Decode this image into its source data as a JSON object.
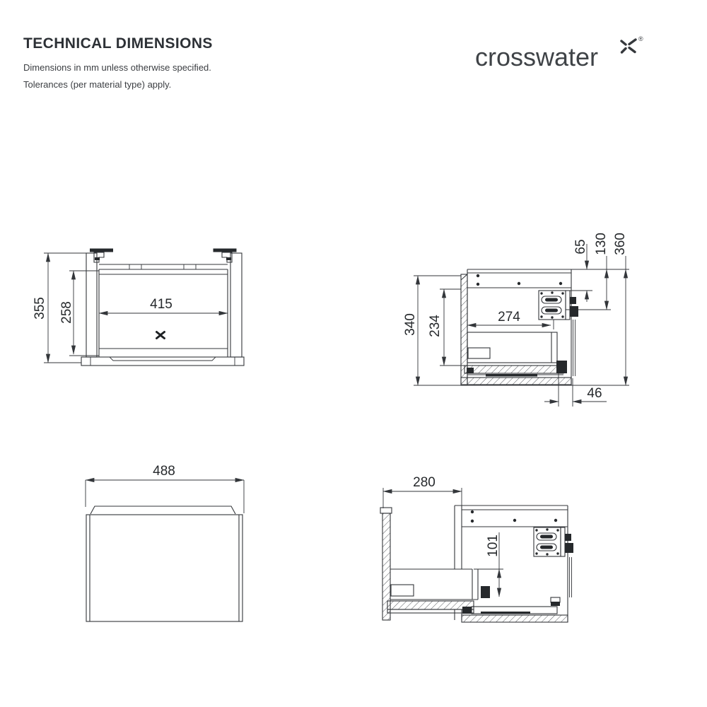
{
  "header": {
    "title": "TECHNICAL DIMENSIONS",
    "note1": "Dimensions in mm unless otherwise specified.",
    "note2": "Tolerances (per material type) apply."
  },
  "brand": {
    "logo_text": "crosswater",
    "registered": "®",
    "x_mark_icon": "crosswater-x-icon"
  },
  "colors": {
    "line": "#33363a",
    "text": "#26292c",
    "title": "#2d3136",
    "background": "#ffffff"
  },
  "views": {
    "front_open": {
      "dims": {
        "overall_height": "355",
        "inner_height": "258",
        "inner_width": "415"
      }
    },
    "side_closed": {
      "dims": {
        "carcass_height": "340",
        "inner_height": "234",
        "drawer_depth": "274",
        "hanger_offset_top": "65",
        "hanger_offset_bottom": "130",
        "overall_height": "360",
        "rear_gap": "46"
      }
    },
    "front_closed": {
      "dims": {
        "overall_width": "488"
      }
    },
    "side_open": {
      "dims": {
        "extension": "280",
        "drop": "101"
      }
    }
  }
}
